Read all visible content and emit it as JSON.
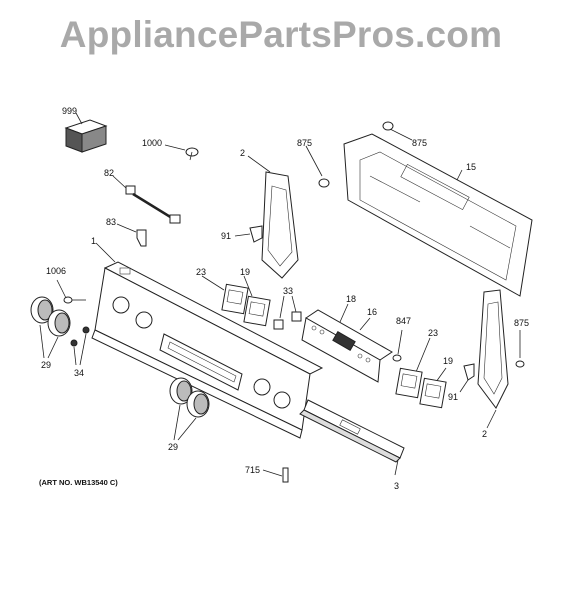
{
  "watermark": "AppliancePartsPros.com",
  "art_number": "(ART NO. WB13540 C)",
  "callouts": {
    "c999": "999",
    "c1000": "1000",
    "c82": "82",
    "c83": "83",
    "c1": "1",
    "c1006": "1006",
    "c29a": "29",
    "c34": "34",
    "c29b": "29",
    "c715": "715",
    "c2a": "2",
    "c91a": "91",
    "c875a": "875",
    "c875b": "875",
    "c15": "15",
    "c23a": "23",
    "c19a": "19",
    "c33": "33",
    "c18": "18",
    "c16": "16",
    "c847": "847",
    "c23b": "23",
    "c19b": "19",
    "c91b": "91",
    "c875c": "875",
    "c2b": "2",
    "c3": "3"
  }
}
